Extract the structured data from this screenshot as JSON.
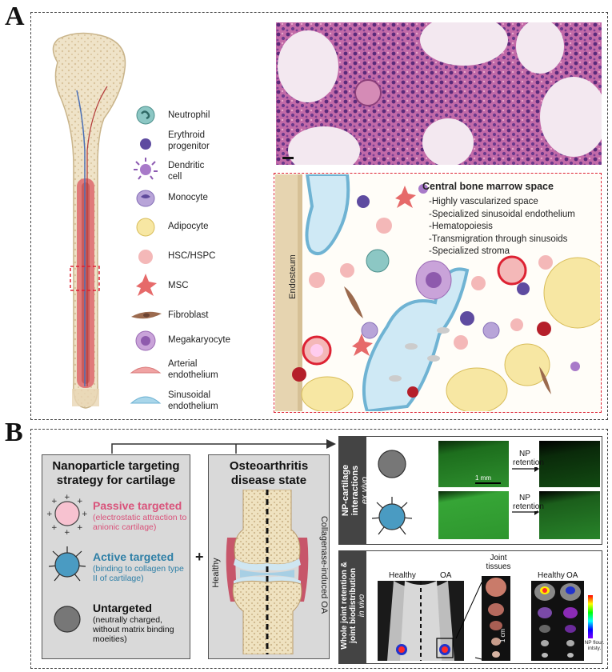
{
  "panelA": {
    "letter": "A",
    "legend": [
      {
        "id": "neutrophil",
        "label": "Neutrophil"
      },
      {
        "id": "erythroid",
        "label": "Erythroid progenitor"
      },
      {
        "id": "dendritic",
        "label": "Dendritic cell"
      },
      {
        "id": "monocyte",
        "label": "Monocyte"
      },
      {
        "id": "adipocyte",
        "label": "Adipocyte"
      },
      {
        "id": "hsc",
        "label": "HSC/HSPC"
      },
      {
        "id": "msc",
        "label": "MSC"
      },
      {
        "id": "fibroblast",
        "label": "Fibroblast"
      },
      {
        "id": "megakaryocyte",
        "label": "Megakaryocyte"
      },
      {
        "id": "arterial",
        "label": "Arterial endothelium"
      },
      {
        "id": "sinusoidal",
        "label": "Sinusoidal endothelium"
      }
    ],
    "marrow": {
      "title": "Central bone marrow space",
      "endosteum": "Endosteum",
      "features": [
        "-Highly vascularized space",
        "-Specialized sinusoidal endothelium",
        "-Hematopoiesis",
        "-Transmigration through sinusoids",
        "-Specialized stroma"
      ]
    }
  },
  "panelB": {
    "letter": "B",
    "plus": "+",
    "strategy": {
      "title": "Nanoparticle targeting strategy for cartilage",
      "passive": {
        "name": "Passive targeted",
        "desc": "(electrostatic attraction to anionic cartilage)"
      },
      "active": {
        "name": "Active targeted",
        "desc": "(binding to collagen type II of cartilage)"
      },
      "untargeted": {
        "name": "Untargeted",
        "desc": "(neutrally charged, without matrix binding moeities)"
      }
    },
    "disease": {
      "title": "Osteoarthritis disease state",
      "healthy": "Healthy",
      "oa": "Collagenase-induced OA"
    },
    "exvivo": {
      "side_main": "NP-cartilage interactions",
      "side_sub": "ex vivo",
      "retention1": "NP retention",
      "retention2": "NP retention",
      "scale": "1 mm"
    },
    "invivo": {
      "side_main": "Whole joint retention & joint biodistribution",
      "side_sub": "in vivo",
      "healthy": "Healthy",
      "oa": "OA",
      "joint_tissues": "Joint tissues",
      "healthy2": "Healthy",
      "oa2": "OA",
      "scale": "1 cm",
      "colorbar": "NP flour. intsty."
    }
  },
  "colors": {
    "passive": "#d9527a",
    "active": "#2e7fa6",
    "bone_red": "#e07a7a",
    "sinusoid": "#a9d6ea"
  }
}
